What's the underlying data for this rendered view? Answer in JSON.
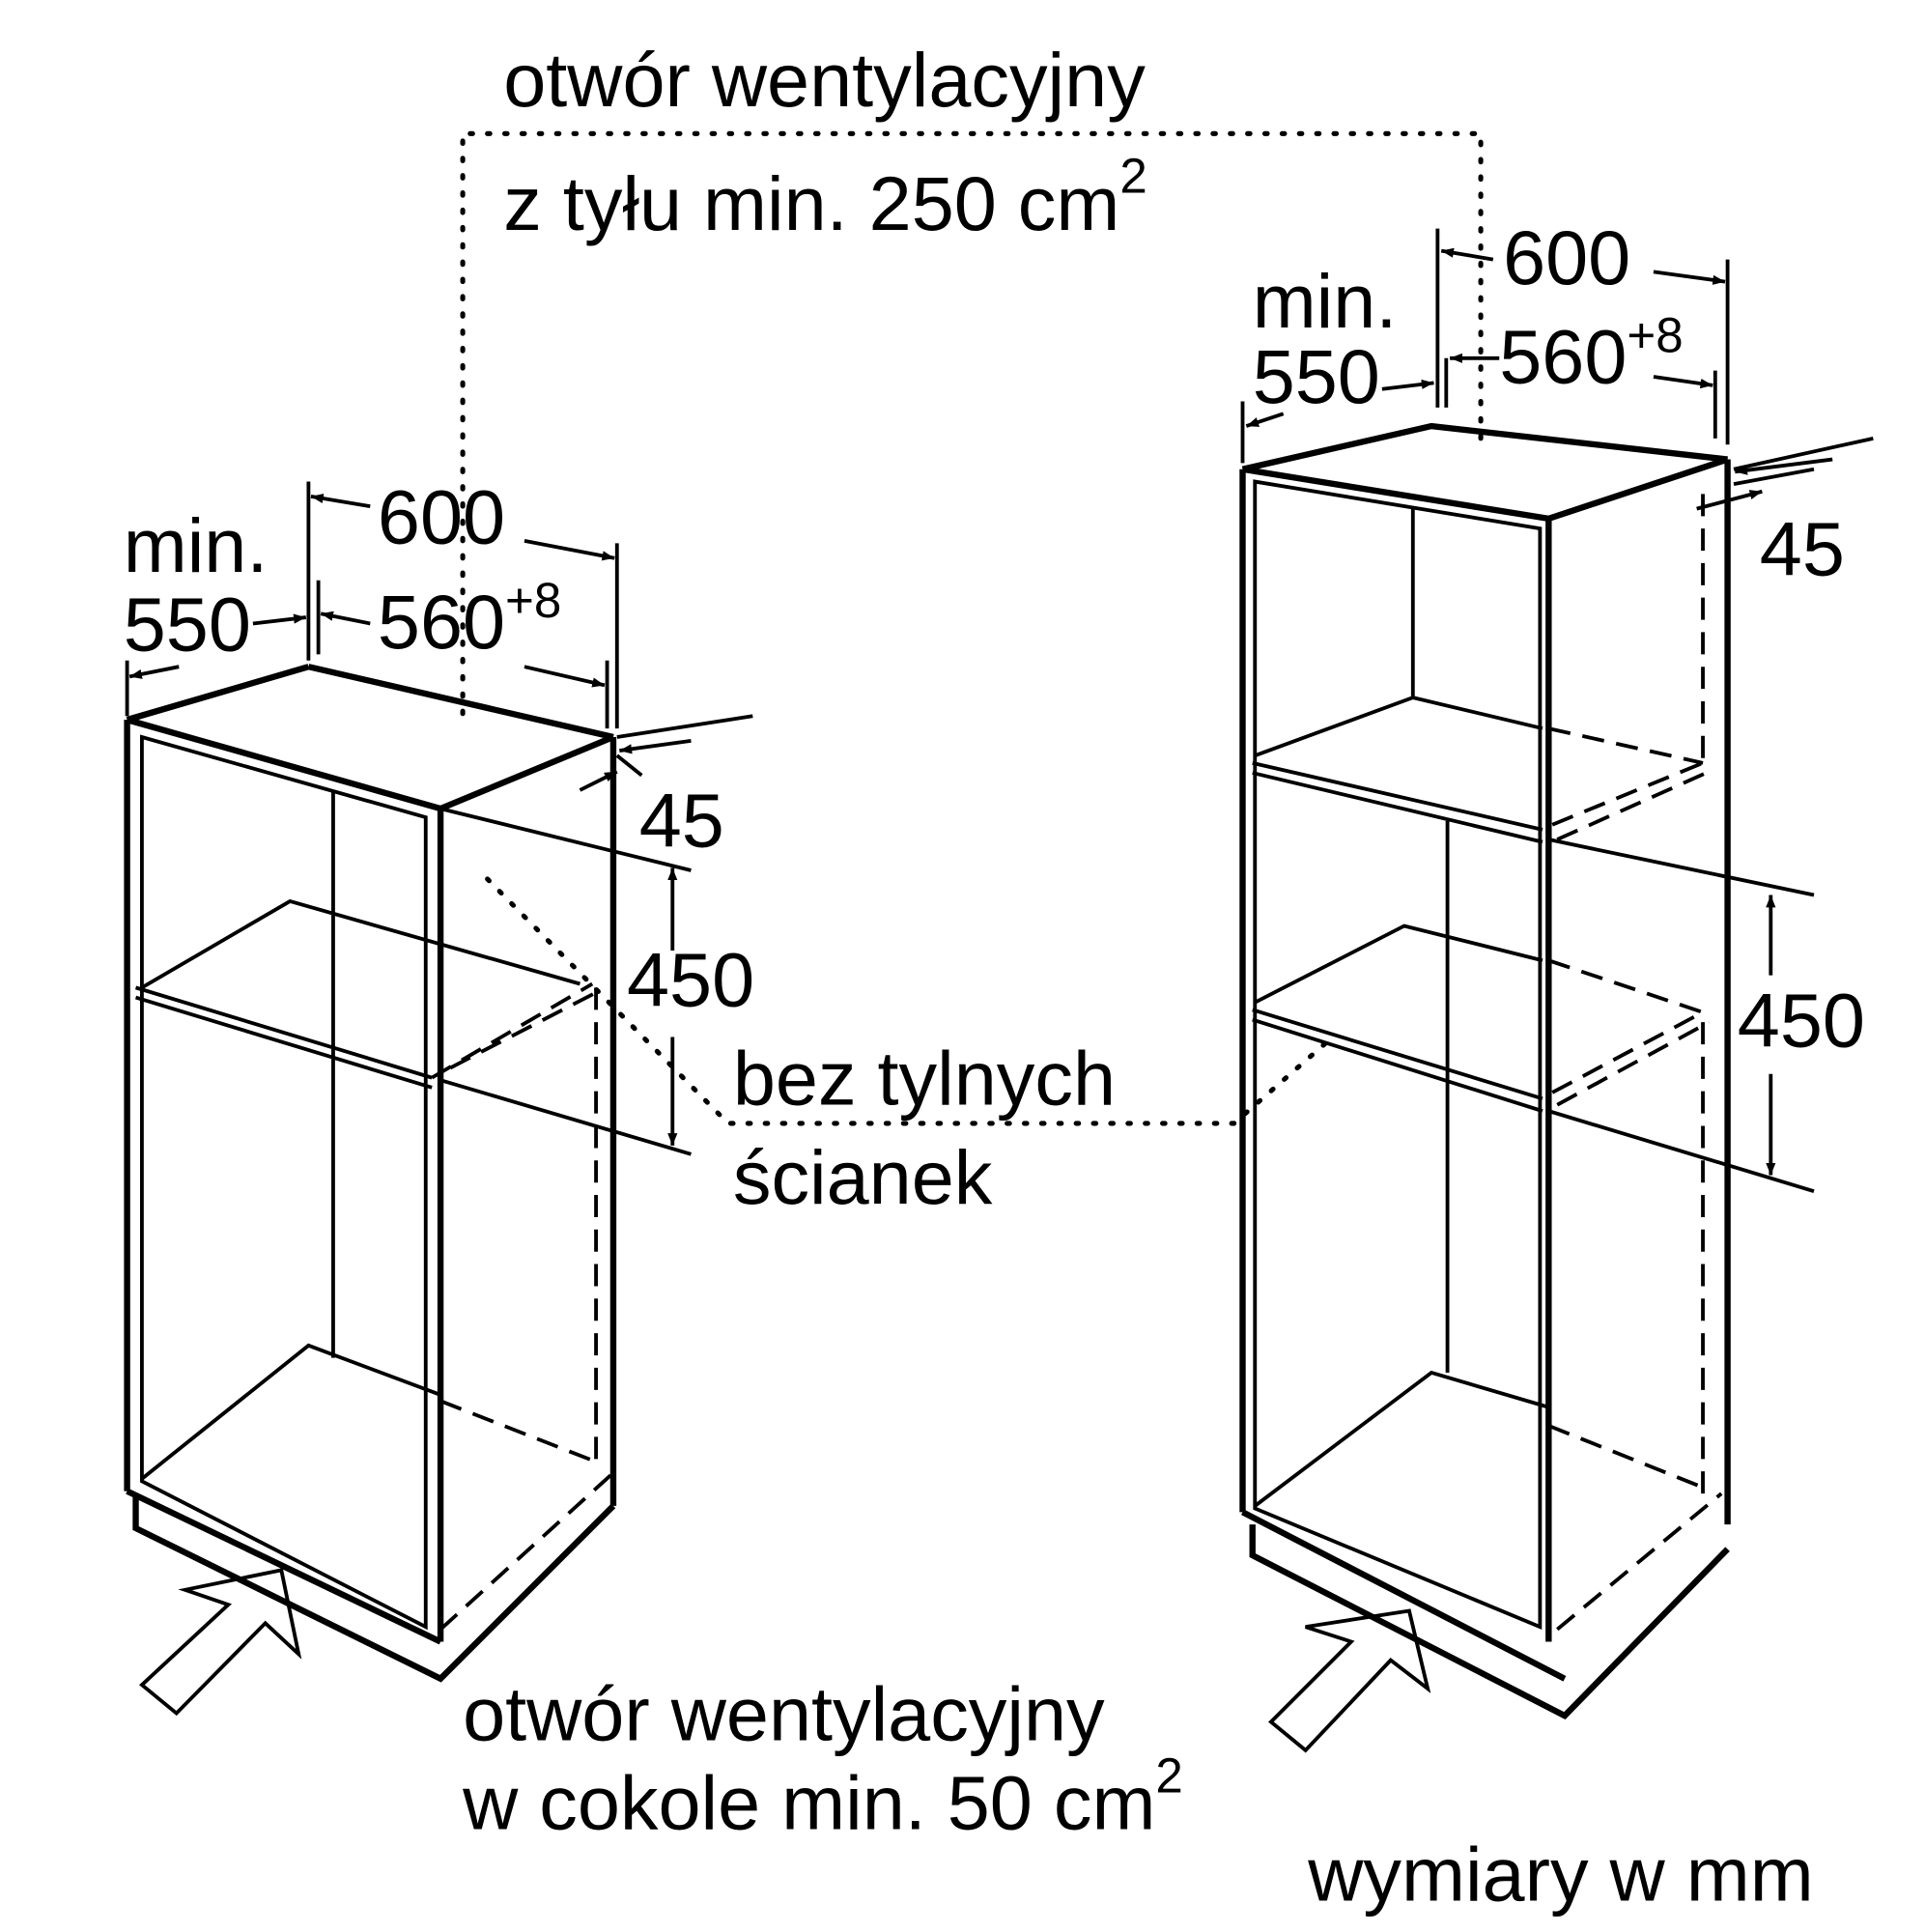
{
  "labels": {
    "vent_top_line1": "otwór wentylacyjny",
    "vent_top_line2": "z tyłu min. 250 cm",
    "vent_top_sup": "2",
    "no_back_line1": "bez tylnych",
    "no_back_line2": "ścianek",
    "vent_bottom_line1": "otwór wentylacyjny",
    "vent_bottom_line2": "w cokole min. 50 cm",
    "vent_bottom_sup": "2",
    "units": "wymiary w mm"
  },
  "left_cabinet": {
    "min_label": "min.",
    "depth": "550",
    "width_outer": "600",
    "width_inner": "560",
    "width_tol": "+8",
    "gap": "45",
    "height": "450"
  },
  "right_cabinet": {
    "min_label": "min.",
    "depth": "550",
    "width_outer": "600",
    "width_inner": "560",
    "width_tol": "+8",
    "gap": "45",
    "height": "450"
  }
}
